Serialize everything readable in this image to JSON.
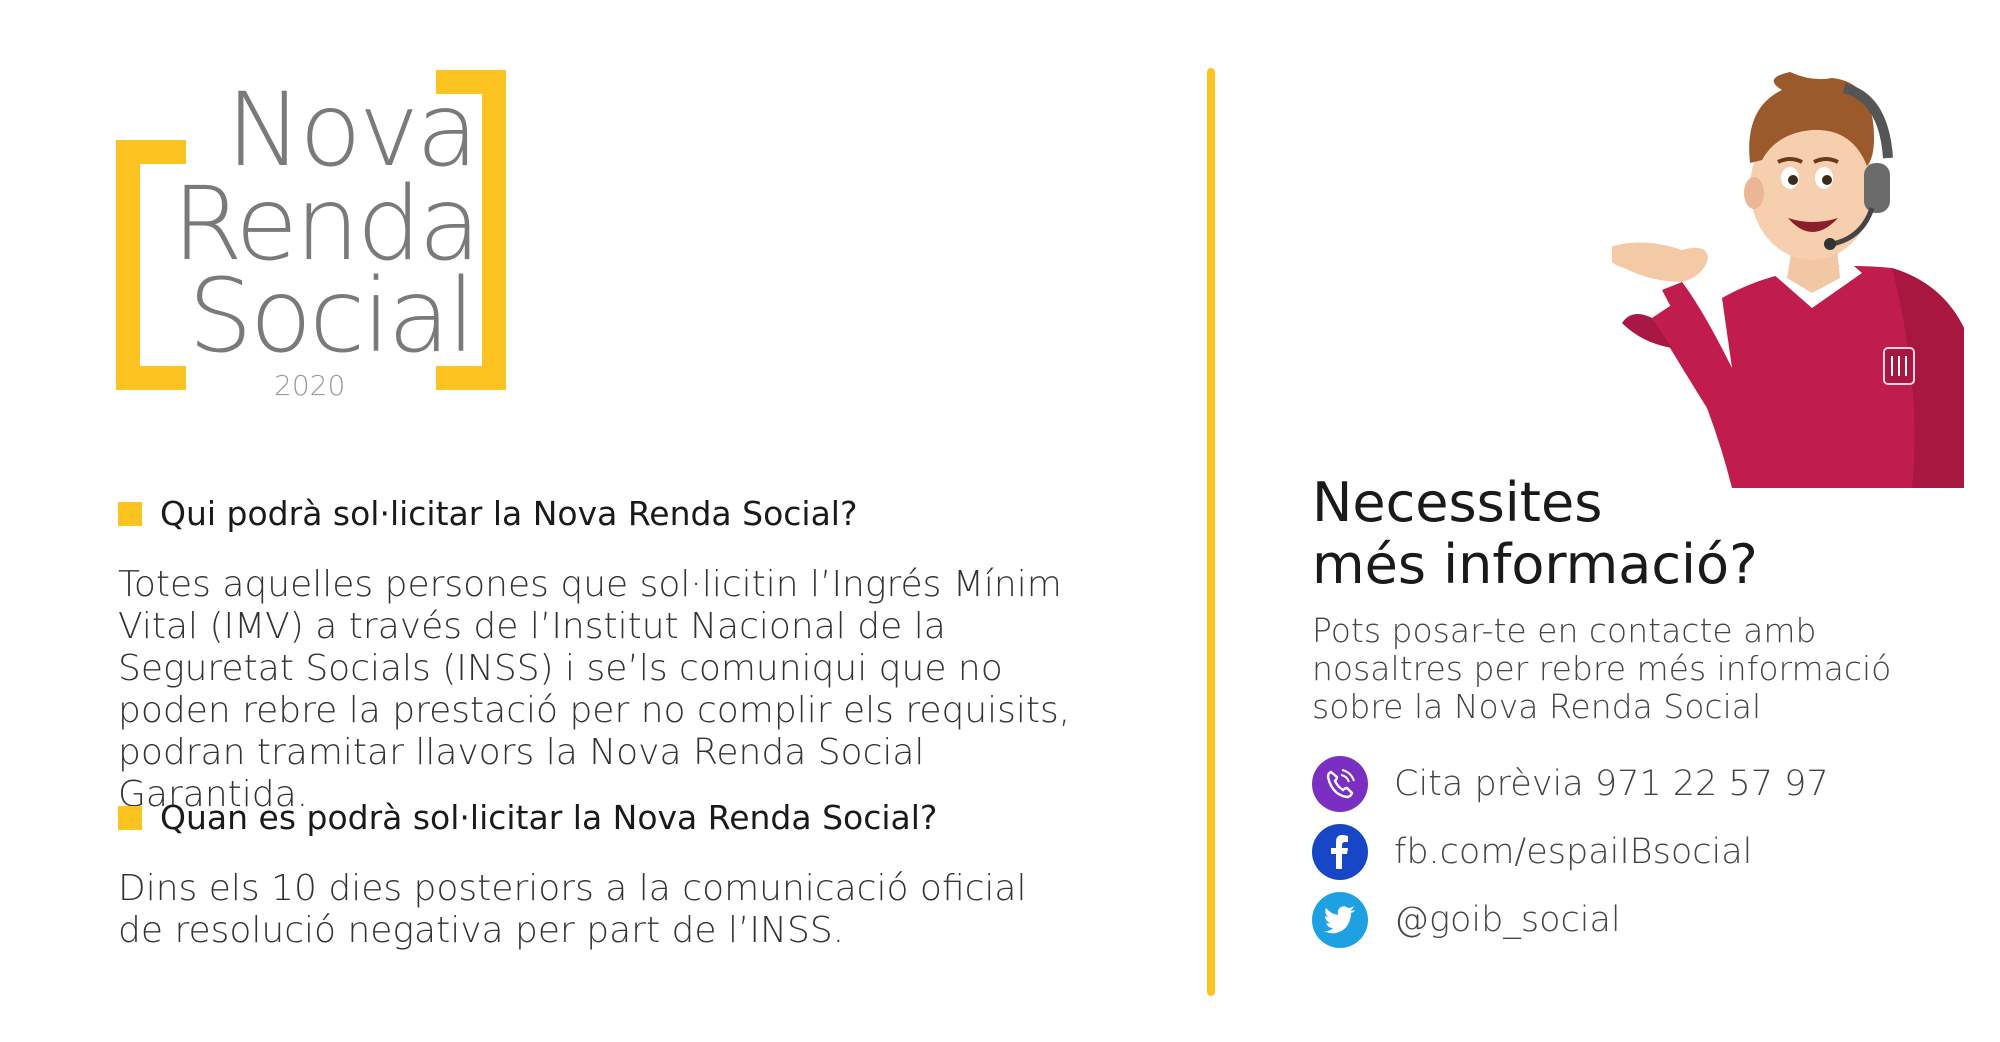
{
  "logo": {
    "line1": "Nova",
    "line2": "Renda",
    "line3": "Social",
    "year": "2020",
    "accent_color": "#fdc321"
  },
  "faq": [
    {
      "question": "Qui podrà sol·licitar la Nova Renda Social?",
      "answer": "Totes aquelles persones que sol·licitin l’Ingrés Mínim Vital (IMV) a través de l’Institut Nacional de la Seguretat Socials (INSS) i se’ls comuniqui que no poden rebre la prestació per no complir els requisits, podran tramitar llavors la Nova Renda Social Garantida."
    },
    {
      "question": "Quan es podrà sol·licitar la Nova Renda Social?",
      "answer": "Dins els 10 dies posteriors a la comunicació oficial de resolució negativa per part de l’INSS."
    }
  ],
  "info": {
    "heading_line1": "Necessites",
    "heading_line2": "més informació?",
    "text": "Pots posar-te en contacte amb nosaltres per rebre més informació sobre la Nova Renda Social"
  },
  "contacts": [
    {
      "icon": "phone-icon",
      "text": "Cita prèvia 971 22 57 97",
      "color": "#7b2fc2"
    },
    {
      "icon": "facebook-icon",
      "text": "fb.com/espaiIBsocial",
      "color": "#1747c6"
    },
    {
      "icon": "twitter-icon",
      "text": "@goib_social",
      "color": "#1da1e2"
    }
  ]
}
